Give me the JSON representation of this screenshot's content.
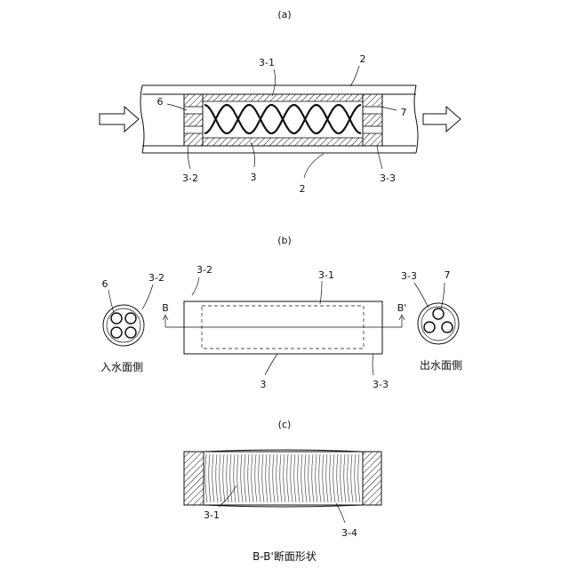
{
  "captions": {
    "a": "(a)",
    "b": "(b)",
    "c": "(c)"
  },
  "fig_a": {
    "labels": {
      "l3_1": "3-1",
      "l2_top": "2",
      "l6": "6",
      "l7": "7",
      "l3_2": "3-2",
      "l3": "3",
      "l2_bottom": "2",
      "l3_3": "3-3"
    }
  },
  "fig_b": {
    "labels": {
      "l6": "6",
      "l3_2_circle": "3-2",
      "l3_2": "3-2",
      "l3_1": "3-1",
      "B": "B",
      "Bprime": "B'",
      "l3_3_circle": "3-3",
      "l7": "7",
      "l3": "3",
      "l3_3": "3-3"
    },
    "inlet_side": "入水面側",
    "outlet_side": "出水面側"
  },
  "fig_c": {
    "labels": {
      "l3_1": "3-1",
      "l3_4": "3-4"
    },
    "title": "B-B'断面形状"
  }
}
